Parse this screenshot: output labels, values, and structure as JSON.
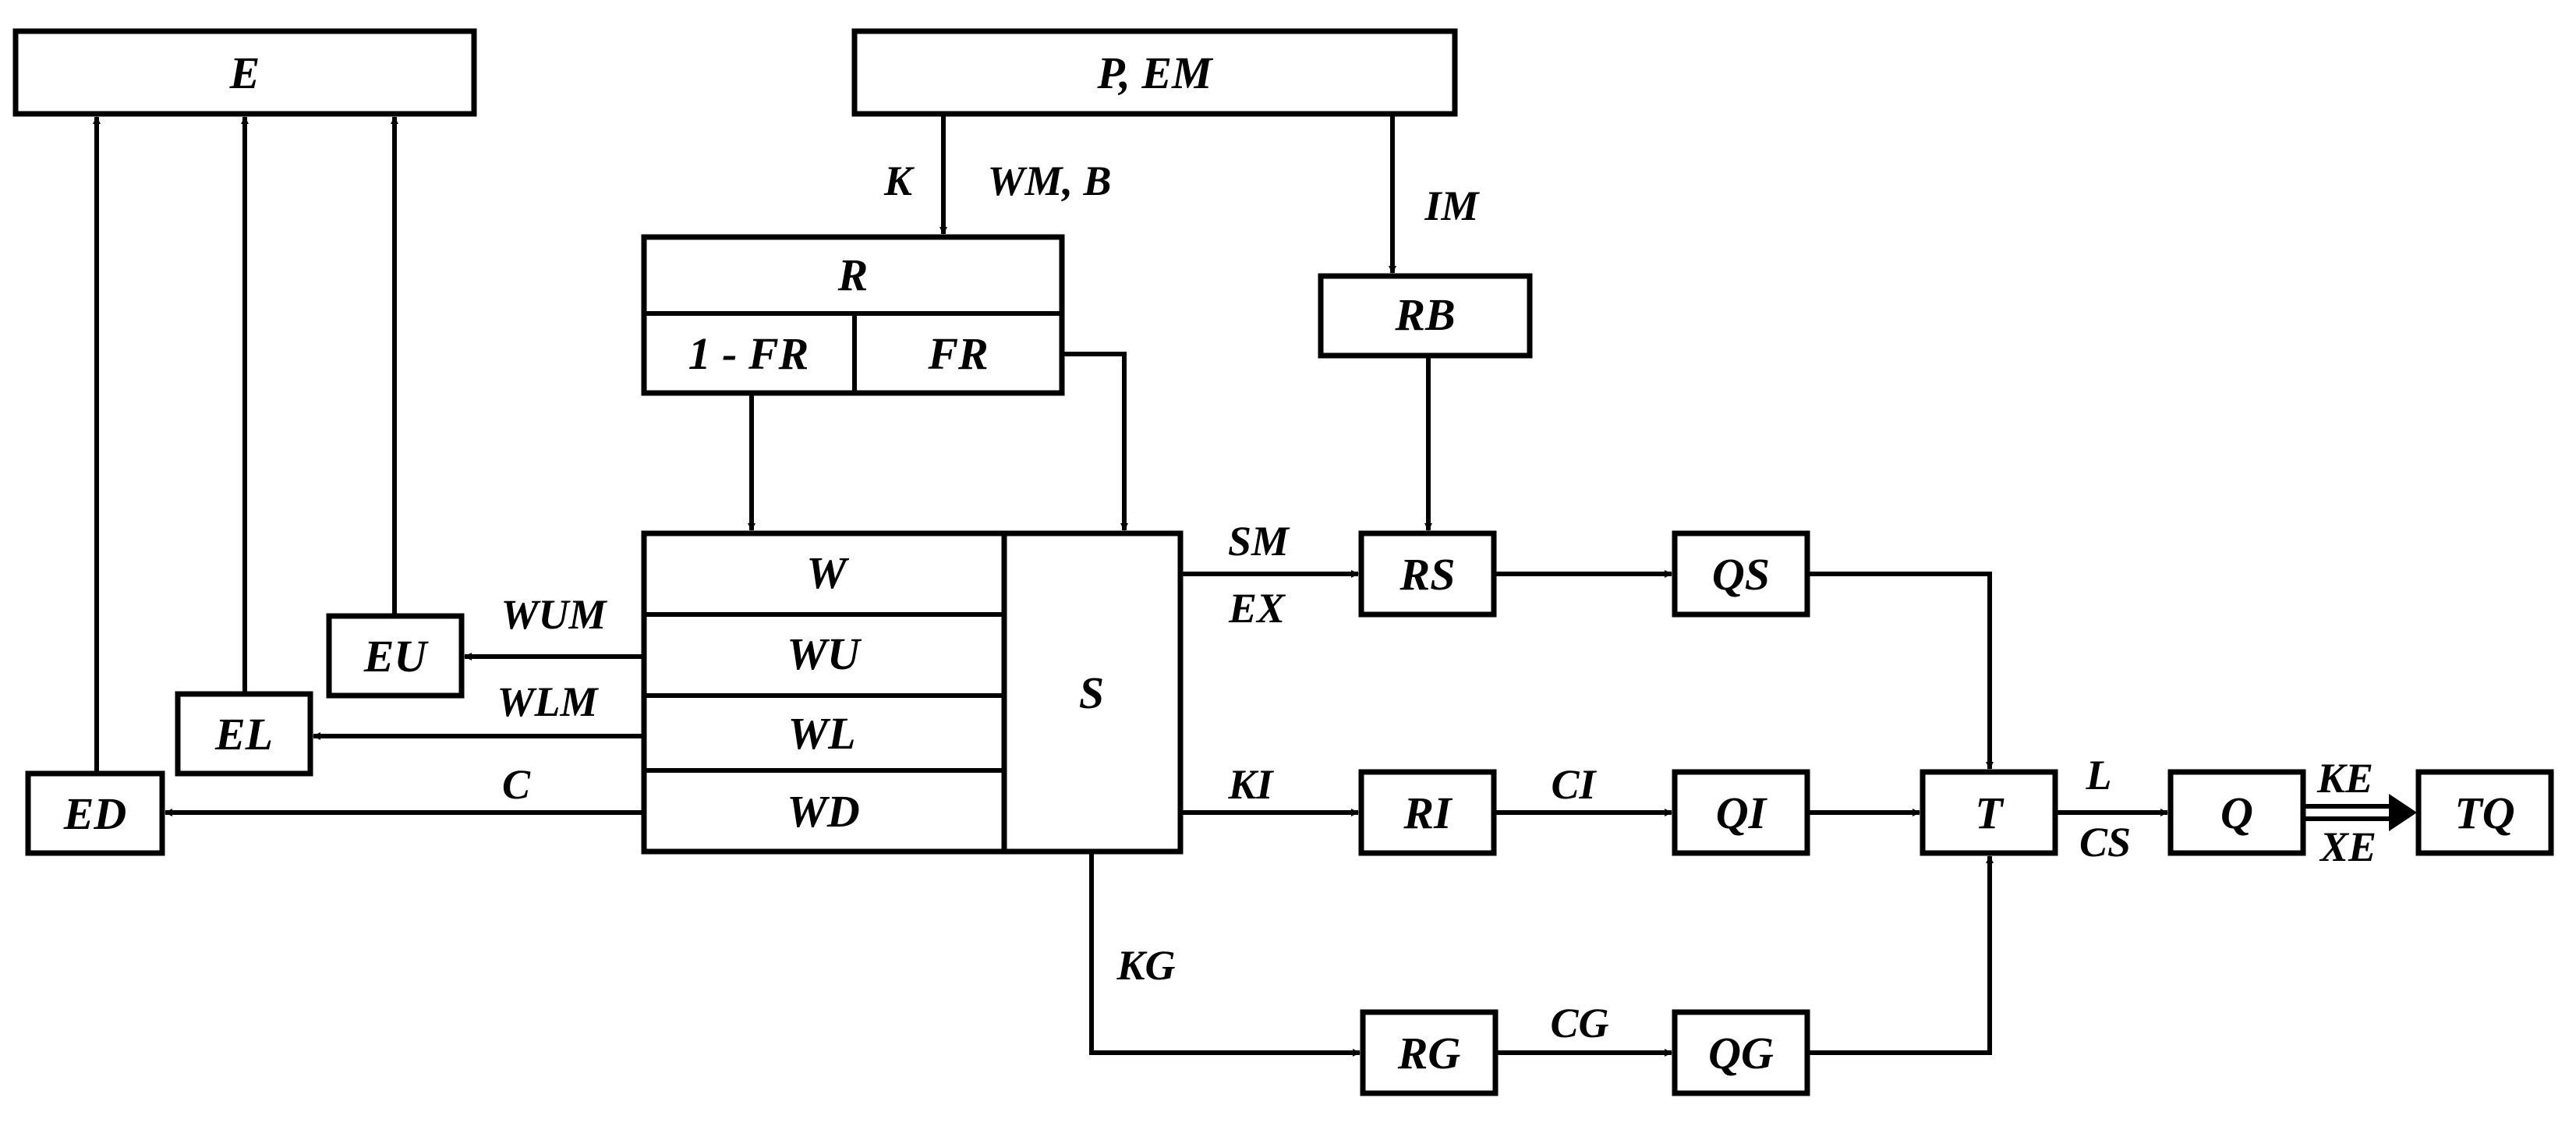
{
  "nodes": {
    "E": "E",
    "P_EM": "P, EM",
    "R": "R",
    "R_1_FR": "1 - FR",
    "R_FR": "FR",
    "RB": "RB",
    "W": "W",
    "WU": "WU",
    "WL": "WL",
    "WD": "WD",
    "S": "S",
    "EU": "EU",
    "EL": "EL",
    "ED": "ED",
    "RS": "RS",
    "QS": "QS",
    "RI": "RI",
    "QI": "QI",
    "RG": "RG",
    "QG": "QG",
    "T": "T",
    "Q": "Q",
    "TQ": "TQ"
  },
  "edges": {
    "K": "K",
    "WM_B": "WM, B",
    "IM": "IM",
    "WUM": "WUM",
    "WLM": "WLM",
    "C": "C",
    "SM": "SM",
    "EX": "EX",
    "KI": "KI",
    "CI": "CI",
    "KG": "KG",
    "CG": "CG",
    "L": "L",
    "CS": "CS",
    "KE": "KE",
    "XE": "XE"
  }
}
